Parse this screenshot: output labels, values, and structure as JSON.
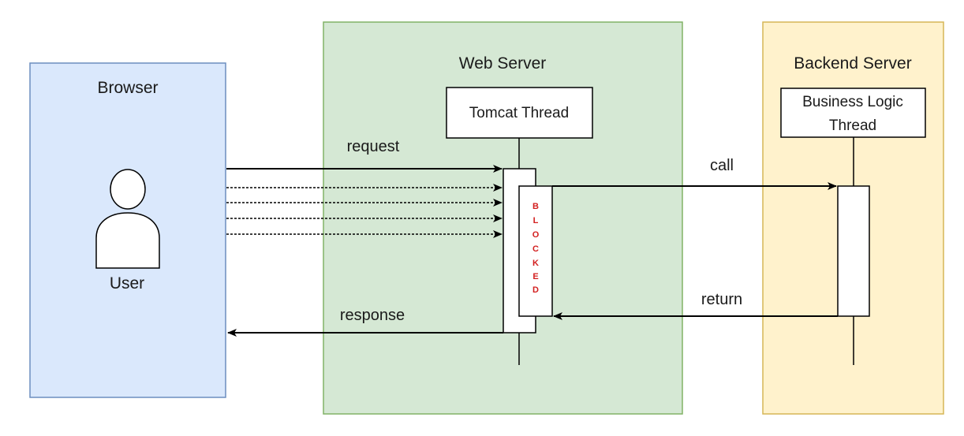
{
  "lanes": {
    "browser": {
      "title": "Browser",
      "fill": "#dae8fc",
      "stroke": "#6c8ebf"
    },
    "web": {
      "title": "Web Server",
      "fill": "#d5e8d4",
      "stroke": "#82b366"
    },
    "backend": {
      "title": "Backend Server",
      "fill": "#fff2cc",
      "stroke": "#d6b656"
    }
  },
  "actor": {
    "label": "User",
    "icon": "user-icon"
  },
  "threads": {
    "tomcat": {
      "label": "Tomcat Thread"
    },
    "business": {
      "line1": "Business Logic",
      "line2": "Thread"
    }
  },
  "messages": {
    "request": "request",
    "call": "call",
    "return": "return",
    "response": "response"
  },
  "blocked": {
    "letters": [
      "B",
      "L",
      "O",
      "C",
      "K",
      "E",
      "D"
    ],
    "color": "#d32020"
  }
}
